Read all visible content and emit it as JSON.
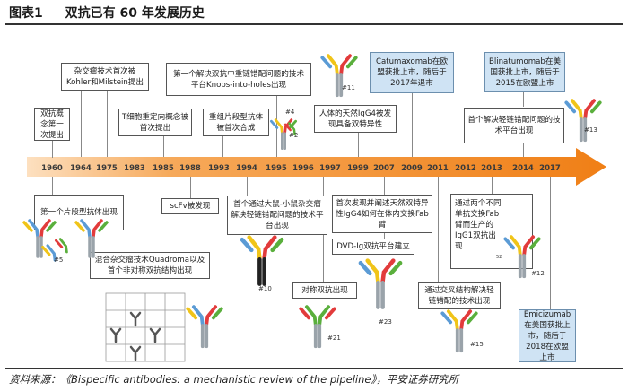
{
  "title": {
    "figure_label": "图表1",
    "text": "双抗已有 60 年发展历史"
  },
  "source": "资料来源：《Bispecific antibodies: a mechanistic review of the pipeline》，平安证券研究所",
  "years": [
    "1960",
    "1964",
    "1975",
    "1983",
    "1985",
    "1988",
    "1993",
    "1994",
    "1995",
    "1996",
    "1997",
    "1999",
    "2007",
    "2009",
    "2011",
    "2012",
    "2013",
    "2014",
    "2017"
  ],
  "events": {
    "e1960": "双抗概念第一次提出",
    "e1964": "第一个片段型抗体出现",
    "e1975": "杂交瘤技术首次被Kohler和Milstein提出",
    "e1983": "混合杂交瘤技术Quadroma以及首个非对称双抗结构出现",
    "e1985": "T细胞重定向概念被首次提出",
    "e1988": "scFv被发现",
    "e1993": "重组片段型抗体被首次合成",
    "e1994": "首个通过大鼠-小鼠杂交瘤解决轻链错配问题的技术平台出现",
    "e1996": "第一个解决双抗中重链错配问题的技术平台Knobs-into-holes出现",
    "e1997": "对称双抗出现",
    "e1999": "人体的天然IgG4被发现具备双特异性",
    "e2007a": "首次发现并阐述天然双特异性IgG4如何在体内交换Fab臂",
    "e2007b": "DVD-Ig双抗平台建立",
    "e2009": "Catumaxomab在欧盟获批上市，随后于2017年退市",
    "e2011": "通过交叉结构解决轻链错配的技术出现",
    "e2012": "通过两个不同单抗交换Fab臂而生产的IgG1双抗出现",
    "e2014a": "Blinatumomab在美国获批上市，随后于2015在欧盟上市",
    "e2014b": "首个解决轻链错配问题的技术平台出现",
    "e2017": "Emicizumab在美国获批上市，随后于2018在欧盟上市"
  },
  "tags": {
    "t5": "#5",
    "t2": "#2",
    "t4": "#4",
    "t10": "#10",
    "t11": "#11",
    "t13": "#13",
    "t12": "#12",
    "t15": "#15",
    "t21": "#21",
    "t23": "#23",
    "t52": "52"
  },
  "colors": {
    "arrow": "#f28a26",
    "arrow_light": "#fbd2a4",
    "blue_box": "#cfe3f4",
    "heavy_gray": "#9aa3aa",
    "light_blue": "#5b9bd5",
    "red": "#e23b3b",
    "green": "#5aaf3c",
    "yellow": "#f0c419",
    "dark": "#222222"
  },
  "icons": [
    "antibody-icon",
    "quadroma-grid-icon"
  ]
}
